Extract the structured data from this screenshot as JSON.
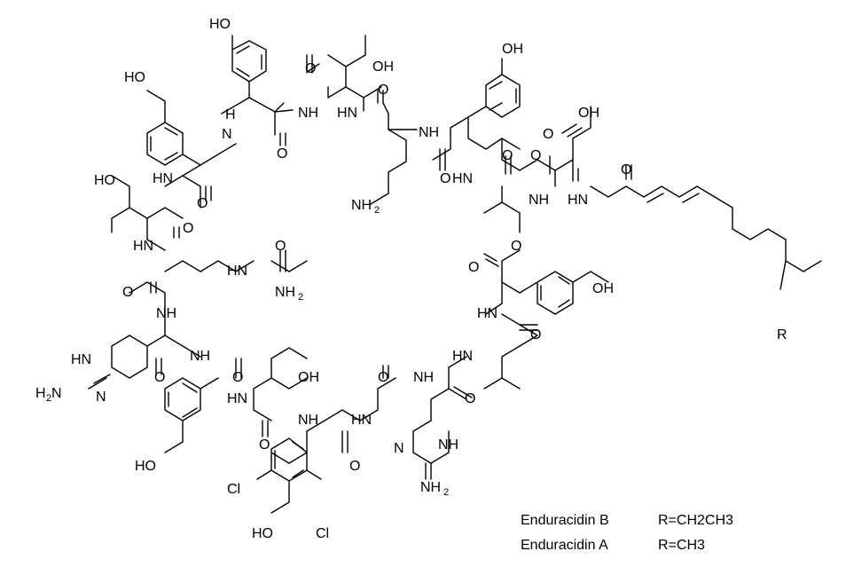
{
  "compounds": [
    {
      "name": "Enduracidin B",
      "r_group": "R=CH2CH3"
    },
    {
      "name": "Enduracidin A",
      "r_group": "R=CH3"
    }
  ],
  "atom_labels": {
    "ho_top": "HO",
    "oh_thr": "OH",
    "oh_tyr2": "OH",
    "oh_asp": "OH",
    "ho_tyr_left": "HO",
    "ho_thr_left": "HO",
    "oh_tyr_right": "OH",
    "oh_ser": "OH",
    "ho_tyr_bottom": "HO",
    "ho_dcl": "HO",
    "nh2_orn": "NH",
    "nh2_orn_sub": "2",
    "nh2_cit": "NH",
    "nh2_cit_sub": "2",
    "h2n_left": "H",
    "h2n_left_sub": "2",
    "h2n_left_n": "N",
    "nh2_bottom": "NH",
    "nh2_bottom_sub": "2",
    "cl1": "Cl",
    "cl2": "Cl",
    "r_label": "R",
    "nh": "NH",
    "hn": "HN",
    "n": "N",
    "h": "H",
    "o": "O"
  }
}
